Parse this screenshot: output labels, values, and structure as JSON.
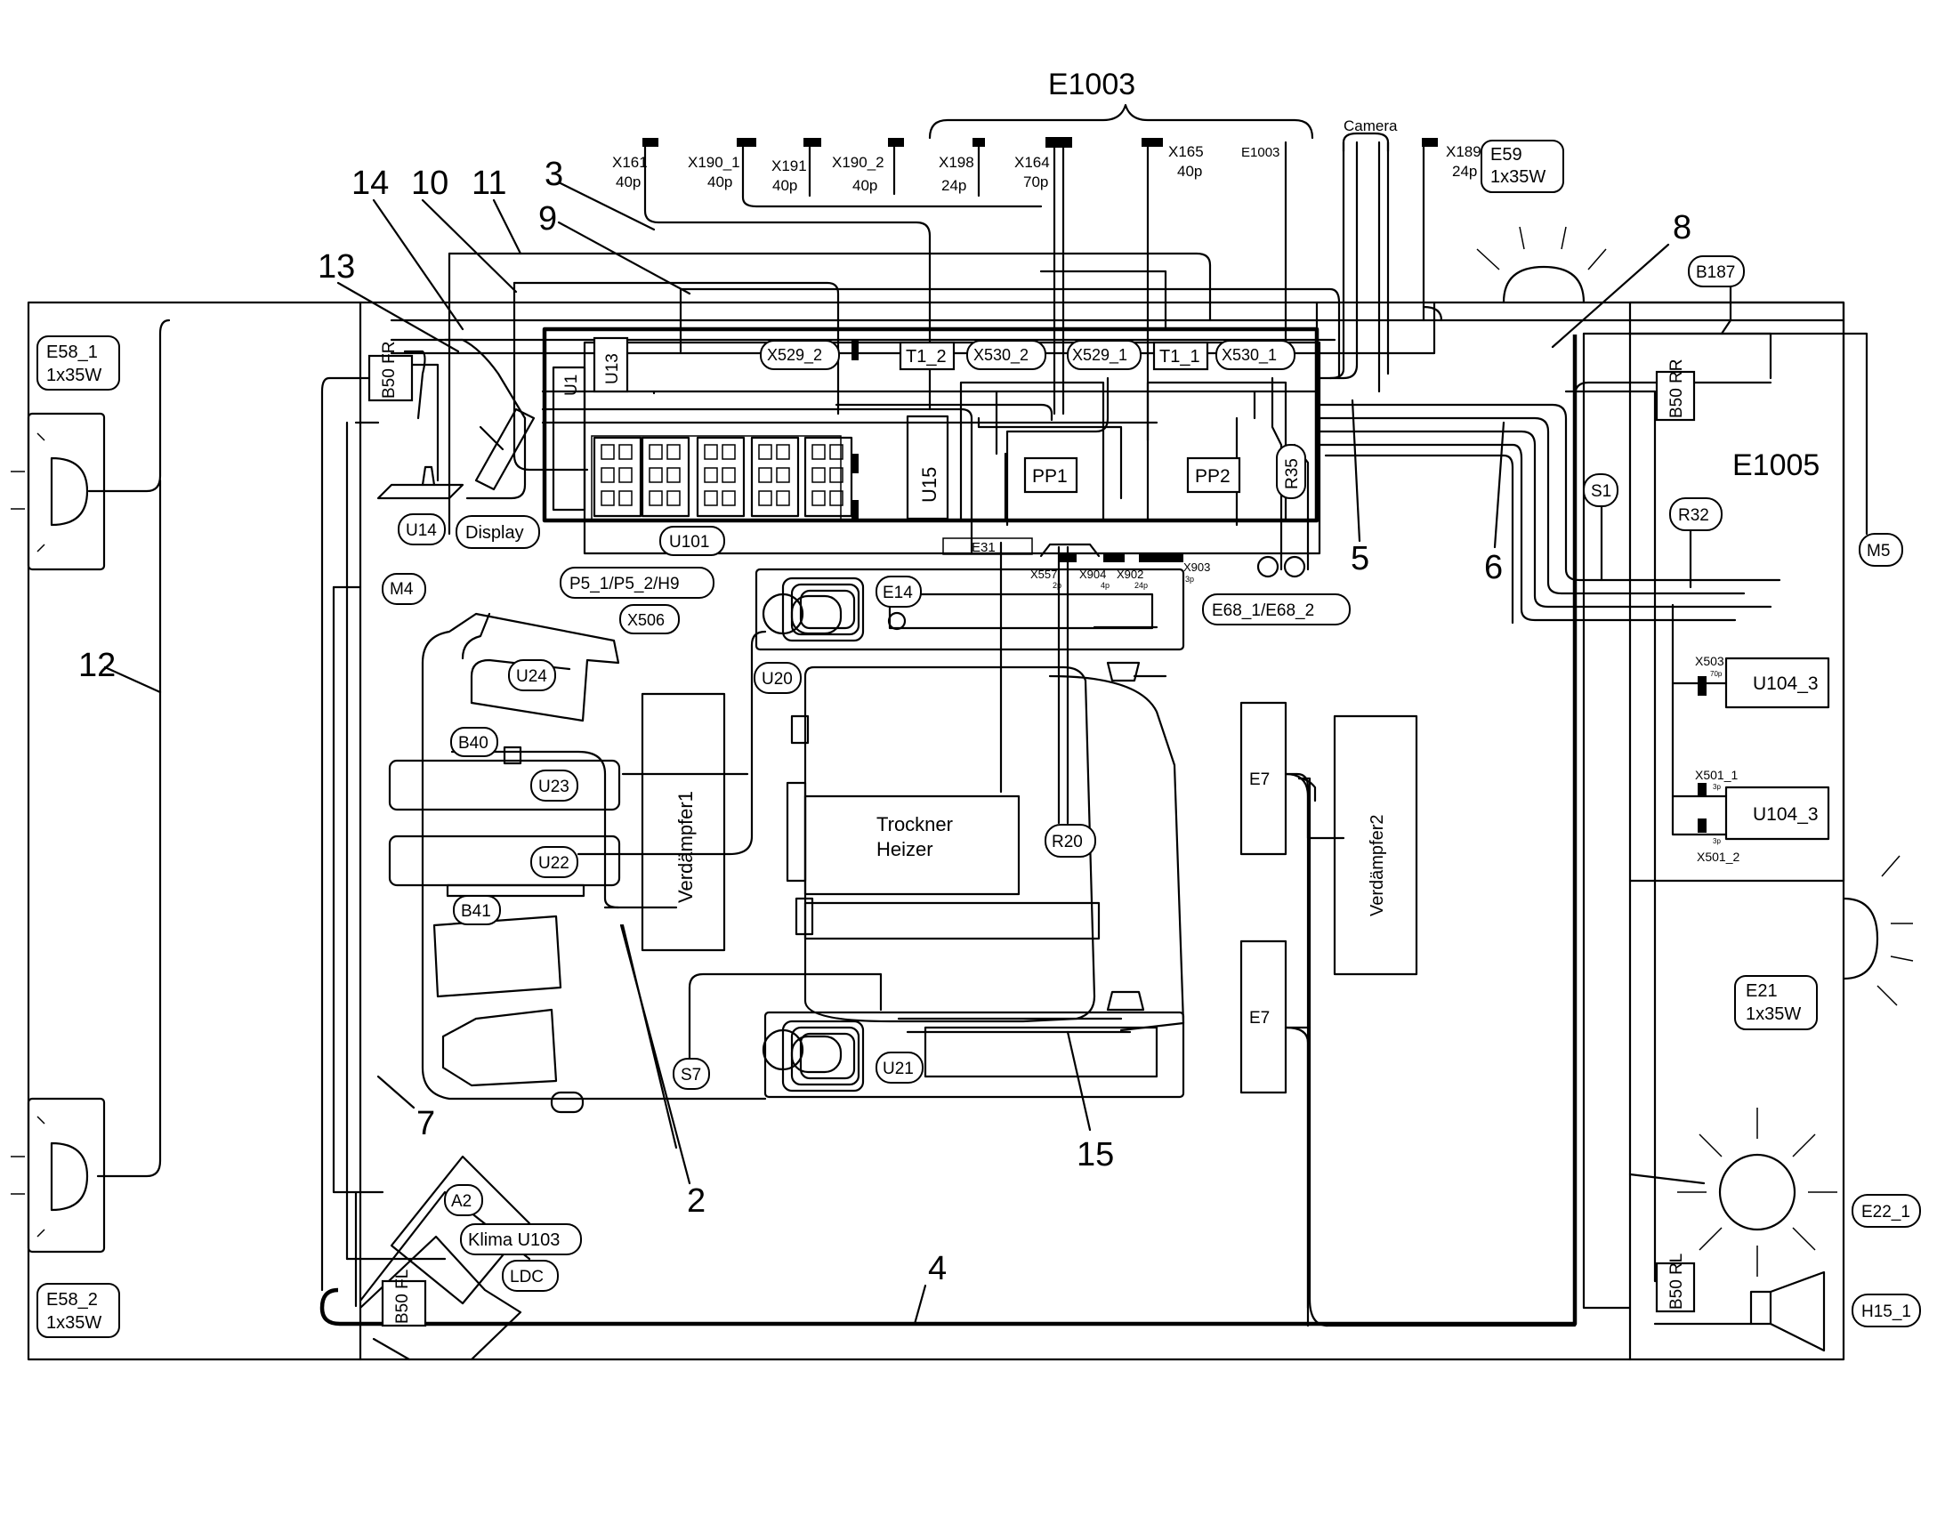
{
  "labels": {
    "e1003": "E1003",
    "camera": "Camera",
    "e1005": "E1005",
    "trockner": "Trockner",
    "heizer": "Heizer",
    "verdampfer1": "Verdämpfer1",
    "verdampfer2": "Verdämpfer2"
  },
  "connectors": {
    "x161": "X161",
    "x161_pins": "40p",
    "x190_1": "X190_1",
    "x190_1_pins": "40p",
    "x191": "X191",
    "x191_pins": "40p",
    "x190_2": "X190_2",
    "x190_2_pins": "40p",
    "x198": "X198",
    "x198_pins": "24p",
    "x164": "X164",
    "x164_pins": "70p",
    "x165": "X165",
    "x165_pins": "40p",
    "e1003c": "E1003",
    "x189": "X189",
    "x189_pins": "24p",
    "x557": "X557",
    "x557_pins": "2p",
    "x904": "X904",
    "x904_pins": "4p",
    "x902": "X902",
    "x902_pins": "24p",
    "x903": "X903",
    "x903_pins": "3p",
    "x503": "X503",
    "x503_pins": "70p",
    "x501_1": "X501_1",
    "x501_1_pins": "3p",
    "x501_2": "X501_2",
    "x501_2_pins": "3p"
  },
  "numbers": {
    "n2": "2",
    "n3": "3",
    "n4": "4",
    "n5": "5",
    "n6": "6",
    "n7": "7",
    "n8": "8",
    "n9": "9",
    "n10": "10",
    "n11": "11",
    "n12": "12",
    "n13": "13",
    "n14": "14",
    "n15": "15"
  },
  "components": {
    "e58_1": "E58_1",
    "e58_1_spec": "1x35W",
    "e58_2": "E58_2",
    "e58_2_spec": "1x35W",
    "e59": "E59",
    "e59_spec": "1x35W",
    "e21": "E21",
    "e21_spec": "1x35W",
    "b187": "B187",
    "m5": "M5",
    "e22_1": "E22_1",
    "h15_1": "H15_1",
    "s1": "S1",
    "r32": "R32",
    "u104_3a": "U104_3",
    "u104_3b": "U104_3",
    "b50_rr": "B50 RR",
    "b50_rl": "B50 RL",
    "b50_fr": "B50 FR",
    "b50_fl": "B50 FL",
    "u1": "U1",
    "u13": "U13",
    "u14": "U14",
    "display": "Display",
    "m4": "M4",
    "x529_2": "X529_2",
    "x530_2": "X530_2",
    "x529_1": "X529_1",
    "x530_1": "X530_1",
    "t1_2": "T1_2",
    "t1_1": "T1_1",
    "u15": "U15",
    "pp1": "PP1",
    "pp2": "PP2",
    "r35": "R35",
    "u101": "U101",
    "e31": "E31",
    "p5": "P5_1/P5_2/H9",
    "x506": "X506",
    "e68": "E68_1/E68_2",
    "e14": "E14",
    "u20": "U20",
    "u24": "U24",
    "b40": "B40",
    "u23": "U23",
    "u22": "U22",
    "b41": "B41",
    "r20": "R20",
    "s7": "S7",
    "u21": "U21",
    "e7a": "E7",
    "e7b": "E7",
    "a2": "A2",
    "klima": "Klima U103",
    "ldc": "LDC"
  }
}
